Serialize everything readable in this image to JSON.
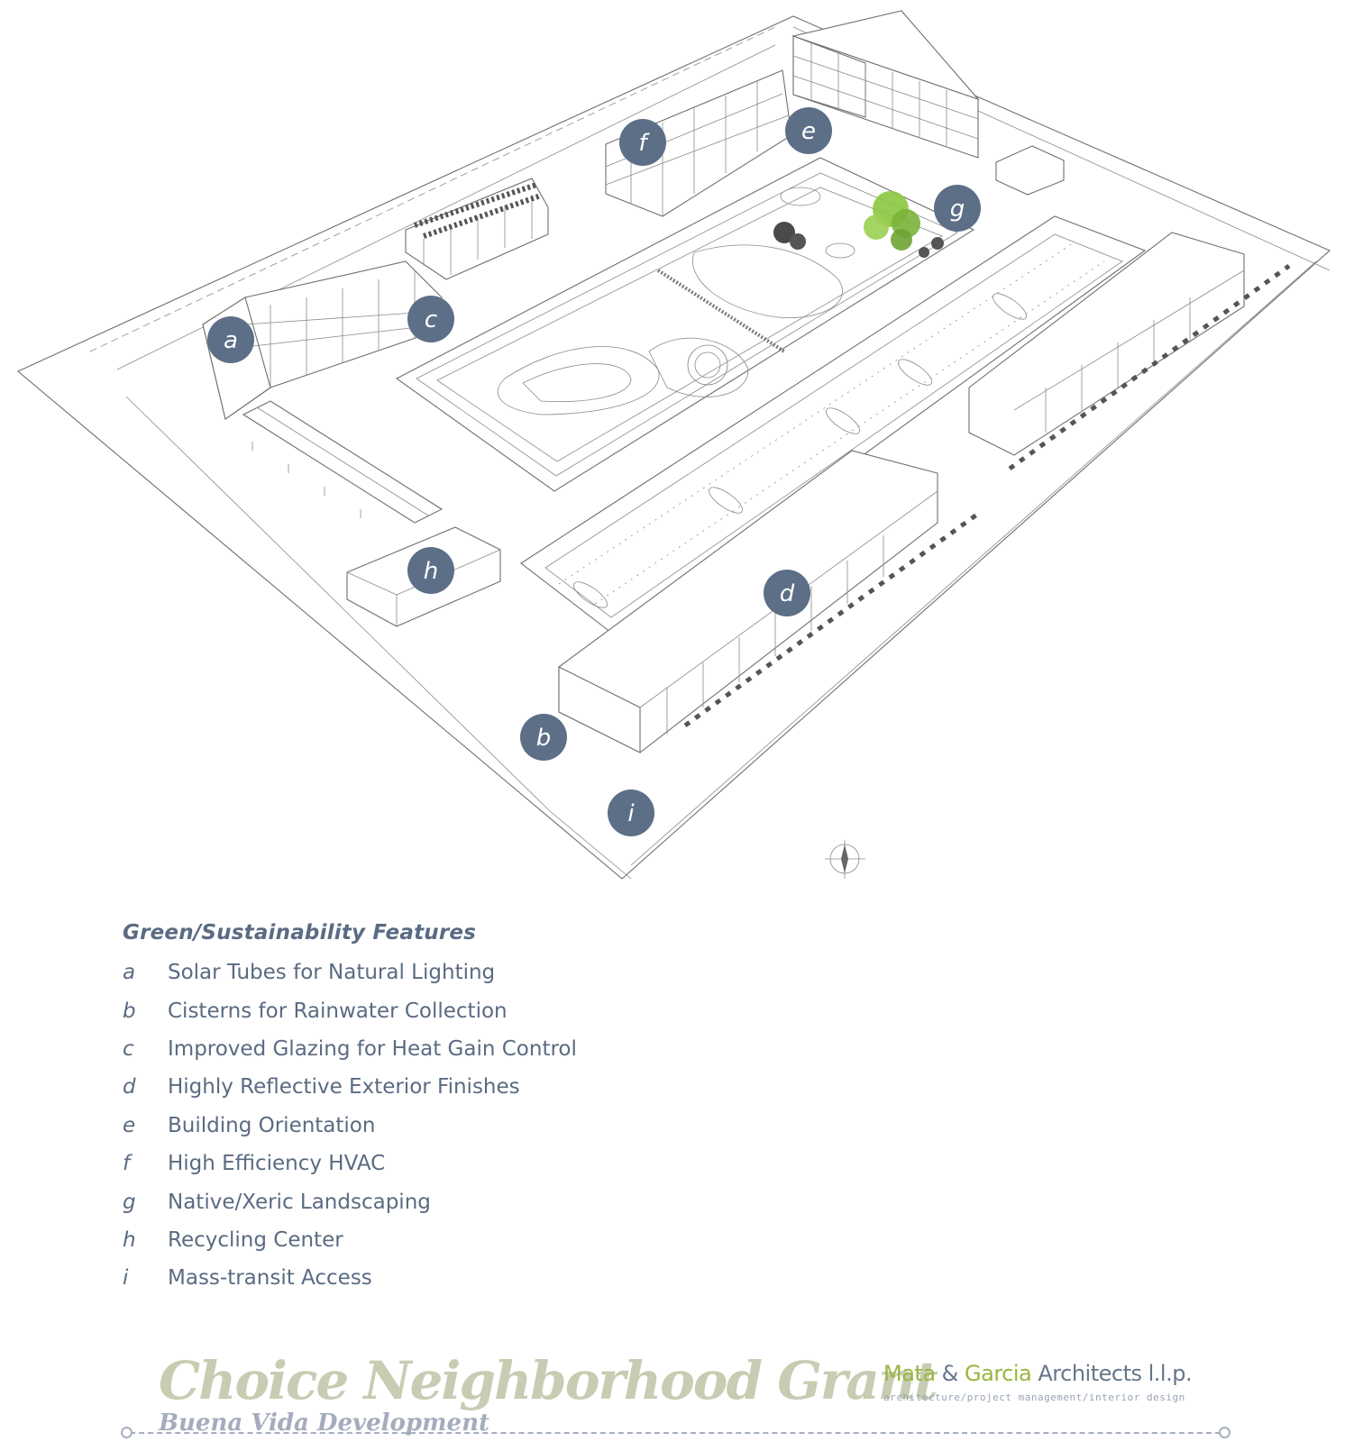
{
  "markers": [
    {
      "letter": "a"
    },
    {
      "letter": "b"
    },
    {
      "letter": "c"
    },
    {
      "letter": "d"
    },
    {
      "letter": "e"
    },
    {
      "letter": "f"
    },
    {
      "letter": "g"
    },
    {
      "letter": "h"
    },
    {
      "letter": "i"
    }
  ],
  "legend": {
    "title": "Green/Sustainability Features",
    "items": [
      {
        "letter": "a",
        "label": "Solar Tubes for Natural Lighting"
      },
      {
        "letter": "b",
        "label": "Cisterns for Rainwater Collection"
      },
      {
        "letter": "c",
        "label": "Improved Glazing for Heat Gain Control"
      },
      {
        "letter": "d",
        "label": "Highly Reflective Exterior Finishes"
      },
      {
        "letter": "e",
        "label": "Building Orientation"
      },
      {
        "letter": "f",
        "label": "High Efficiency HVAC"
      },
      {
        "letter": "g",
        "label": "Native/Xeric Landscaping"
      },
      {
        "letter": "h",
        "label": "Recycling Center"
      },
      {
        "letter": "i",
        "label": "Mass-transit Access"
      }
    ]
  },
  "footer": {
    "title": "Choice Neighborhood Grant",
    "subtitle": "Buena Vida Development",
    "firm_part1": "Mata",
    "firm_amp": "&",
    "firm_part2": "Garcia",
    "firm_part3": "Architects l.l.p.",
    "firm_tagline": "architecture/project management/interior design"
  },
  "colors": {
    "marker": "#5c6f87",
    "legend_text": "#5a6b82",
    "title": "#c7ccb2",
    "firm_green": "#98b63f",
    "landscape_green": "#8cc63f"
  }
}
